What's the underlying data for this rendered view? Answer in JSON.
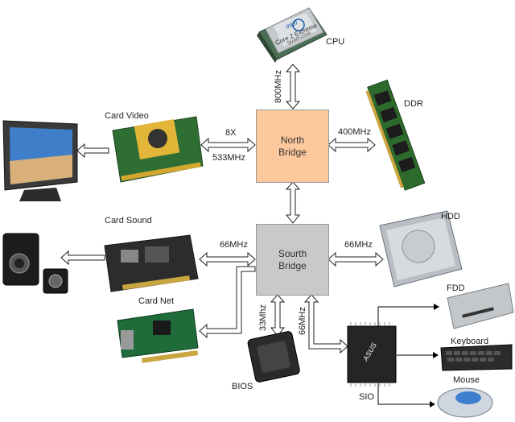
{
  "chips": {
    "north": [
      "North",
      "Bridge"
    ],
    "south": [
      "Sourth",
      "Bridge"
    ]
  },
  "devices": {
    "cpu": "CPU",
    "ddr": "DDR",
    "hdd": "HDD",
    "fdd": "FDD",
    "keyboard": "Keyboard",
    "mouse": "Mouse",
    "sio": "SIO",
    "bios": "BIOS",
    "card_video": "Card Video",
    "card_sound": "Card Sound",
    "card_net": "Card Net"
  },
  "bus_labels": {
    "cpu_nb": "800MHz",
    "ddr_nb": "400MHz",
    "video_top": "8X",
    "video_bottom": "533MHz",
    "sb_left": "66MHz",
    "sb_hdd": "66MHz",
    "bios": "33Mhz",
    "sio": "66MHz"
  },
  "chip_logos": {
    "cpu_brand": "intel",
    "cpu_model": "Core 2 Extreme",
    "cpu_sub": "quad-core",
    "sio_brand": "ASUS"
  }
}
